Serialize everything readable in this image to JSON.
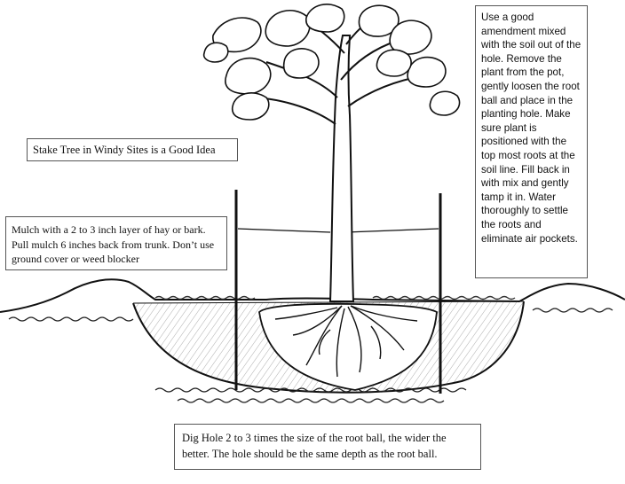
{
  "callouts": {
    "amendment": "Use a good amendment mixed with the soil out of the hole. Remove the plant from the pot, gently loosen the root ball and place in the planting hole. Make sure plant is positioned with the top most roots at the soil line. Fill back in with mix and gently tamp it in. Water thoroughly to settle the roots and eliminate air pockets.",
    "stake": "Stake Tree in Windy Sites is a Good Idea",
    "mulch": "Mulch with a 2 to 3 inch layer of hay or bark. Pull mulch 6 inches back from trunk. Don’t use ground cover or weed blocker",
    "hole": "Dig Hole 2 to 3 times the size of the root ball, the wider the better. The hole should be the same depth as the root ball."
  },
  "colors": {
    "ink": "#111111",
    "box_border": "#555555",
    "background": "#ffffff"
  }
}
